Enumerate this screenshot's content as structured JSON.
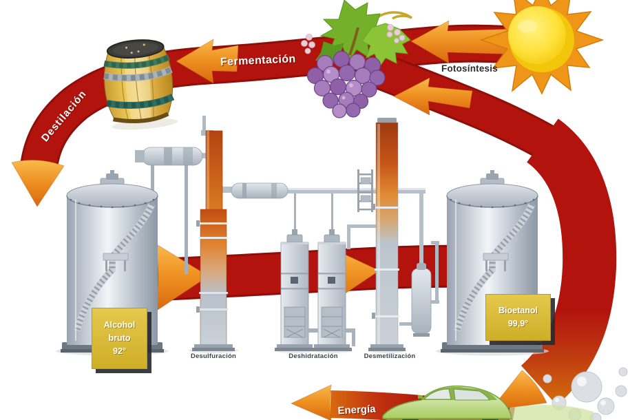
{
  "diagram": {
    "cycle_labels": {
      "fermentacion": "Fermentación",
      "destilacion": "Destilación",
      "fotosintesis": "Fotosíntesis",
      "energia": "Energía"
    },
    "tank_labels": {
      "alcohol": {
        "line1": "Alcohol",
        "line2": "bruto",
        "line3": "92°"
      },
      "bioetanol": {
        "line1": "Bioetanol",
        "line2": "99,9°"
      }
    },
    "process_labels": {
      "desulfuracion": "Desulfuración",
      "deshidratacion": "Deshidratación",
      "desmetilizacion": "Desmetilización"
    },
    "colors": {
      "ribbon_red": "#b2140d",
      "arrow_orange": "#ef9323",
      "sun_core_yellow": "#ffe23c",
      "sun_ray_orange": "#ef9619",
      "label_yellow": "#d8bb33",
      "grape_purple": "#9a6fb0",
      "leaf_green": "#76b32a",
      "tank_steel": "#c6ccd6",
      "background": "#ffffff"
    }
  }
}
